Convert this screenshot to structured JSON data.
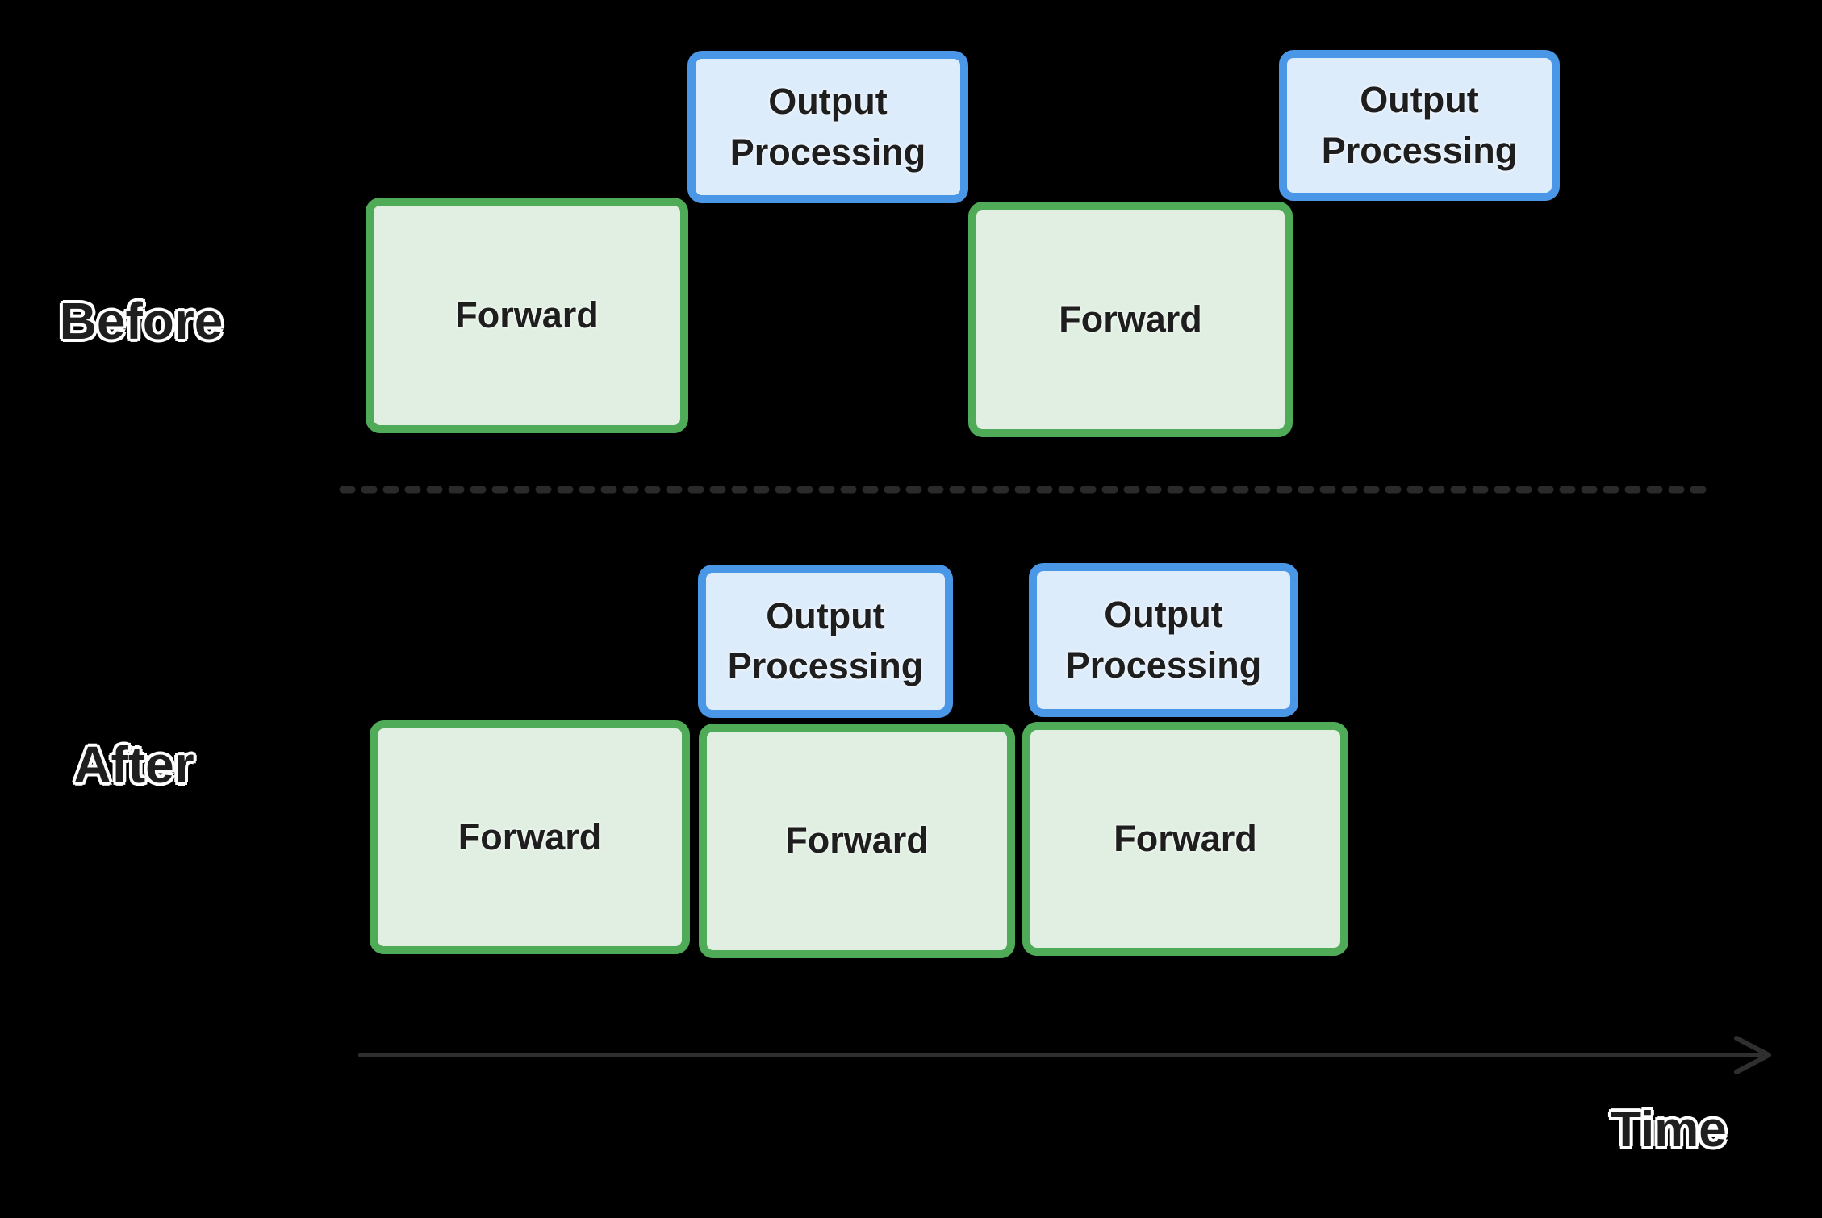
{
  "colors": {
    "background": "#000000",
    "forward_border": "#4fab58",
    "forward_fill": "#e0efe1",
    "output_border": "#4a97e8",
    "output_fill": "#ddecfb",
    "box_text": "#1e1e1e",
    "row_label_text": "#1f1f1f",
    "row_label_outline": "#ffffff",
    "divider": "#2a2a2a",
    "time_axis": "#2f2f2f"
  },
  "diagram": {
    "before": {
      "row_label": "Before",
      "boxes": [
        {
          "type": "forward",
          "label": "Forward"
        },
        {
          "type": "output",
          "label": "Output Processing"
        },
        {
          "type": "forward",
          "label": "Forward"
        },
        {
          "type": "output",
          "label": "Output Processing"
        }
      ]
    },
    "after": {
      "row_label": "After",
      "boxes": [
        {
          "type": "output",
          "label": "Output Processing"
        },
        {
          "type": "output",
          "label": "Output Processing"
        },
        {
          "type": "forward",
          "label": "Forward"
        },
        {
          "type": "forward",
          "label": "Forward"
        },
        {
          "type": "forward",
          "label": "Forward"
        }
      ]
    },
    "time_axis": {
      "label": "Time"
    }
  }
}
